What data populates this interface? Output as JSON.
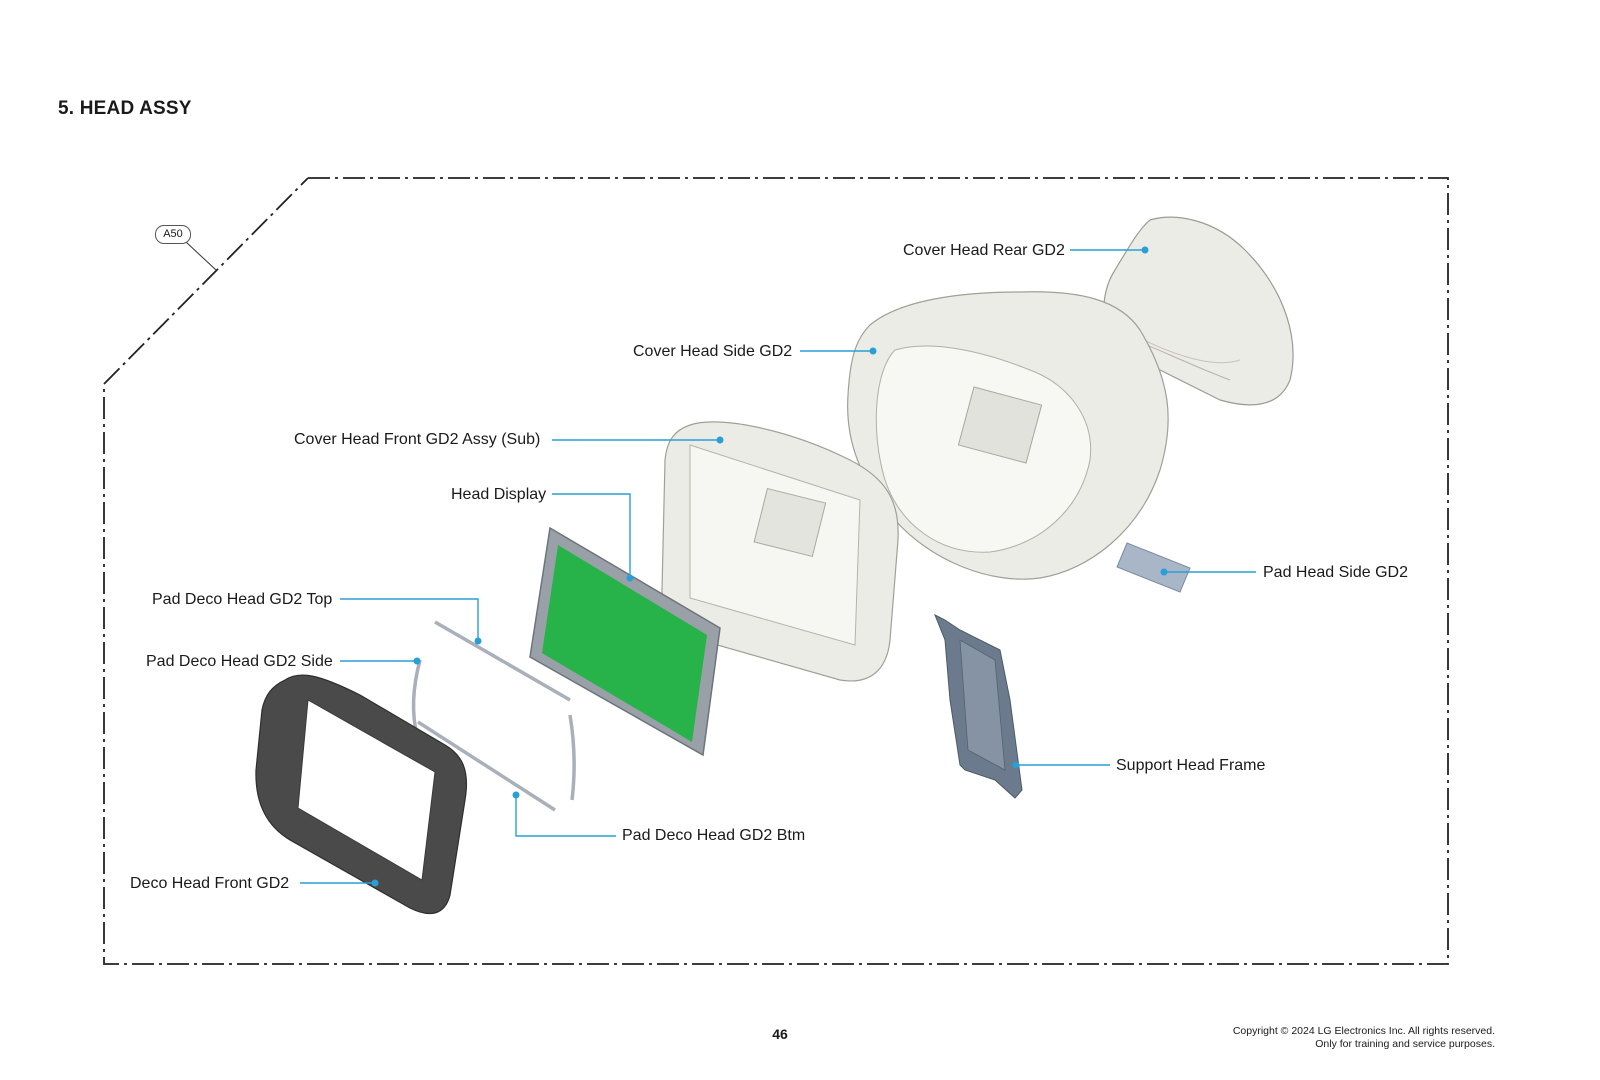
{
  "section": {
    "title": "5. HEAD ASSY"
  },
  "ref_badge": "A50",
  "parts": {
    "cover_head_rear": "Cover Head Rear GD2",
    "cover_head_side": "Cover Head Side GD2",
    "cover_head_front": "Cover Head Front GD2 Assy (Sub)",
    "head_display": "Head Display",
    "pad_deco_top": "Pad Deco Head GD2 Top",
    "pad_deco_side": "Pad Deco Head GD2 Side",
    "deco_head_front": "Deco Head Front GD2",
    "pad_deco_btm": "Pad Deco Head GD2 Btm",
    "pad_head_side": "Pad Head Side GD2",
    "support_head_frame": "Support Head Frame"
  },
  "colors": {
    "leader": "#2a9fd6",
    "display": "#27b34a",
    "frame_dark": "#4a4a4a",
    "support": "#6b7a8c"
  },
  "footer": {
    "page_number": "46",
    "copyright_line1": "Copyright © 2024 LG Electronics Inc. All rights reserved.",
    "copyright_line2": "Only for training and service purposes."
  }
}
